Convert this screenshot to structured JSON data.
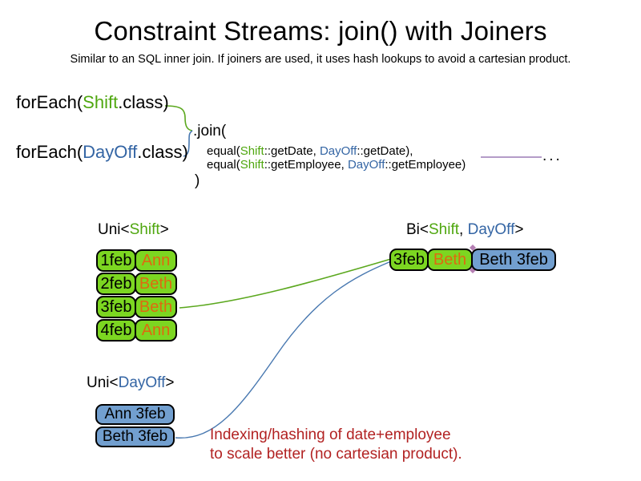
{
  "slide": {
    "title": "Constraint Streams: join() with Joiners",
    "subtitle": "Similar to an SQL inner join. If joiners are used, it uses hash lookups to avoid a cartesian product."
  },
  "code": {
    "foreach_shift": {
      "prefix": "forEach(",
      "class_name": "Shift",
      "suffix": ".class)"
    },
    "foreach_dayoff": {
      "prefix": "forEach(",
      "class_name": "DayOff",
      "suffix": ".class)"
    },
    "join_open": ".join(",
    "joiners": [
      {
        "pre": "equal(",
        "shift": "Shift",
        "mid": "::getDate, ",
        "dayoff": "DayOff",
        "post": "::getDate),"
      },
      {
        "pre": "equal(",
        "shift": "Shift",
        "mid": "::getEmployee, ",
        "dayoff": "DayOff",
        "post": "::getEmployee)"
      }
    ],
    "join_close": ")",
    "ellipsis": "..."
  },
  "uni_shift": {
    "label_pre": "Uni<",
    "label_type": "Shift",
    "label_post": ">",
    "rows": [
      {
        "date": "1feb",
        "employee": "Ann"
      },
      {
        "date": "2feb",
        "employee": "Beth"
      },
      {
        "date": "3feb",
        "employee": "Beth"
      },
      {
        "date": "4feb",
        "employee": "Ann"
      }
    ]
  },
  "bi": {
    "label_pre": "Bi<",
    "label_shift": "Shift",
    "label_sep": ", ",
    "label_dayoff": "DayOff",
    "label_post": ">",
    "row": {
      "date": "3feb",
      "employee": "Beth",
      "dayoff": "Beth 3feb"
    }
  },
  "uni_dayoff": {
    "label_pre": "Uni<",
    "label_type": "DayOff",
    "label_post": ">",
    "rows": [
      {
        "text": "Ann 3feb"
      },
      {
        "text": "Beth 3feb"
      }
    ]
  },
  "note": {
    "line1": "Indexing/hashing of date+employee",
    "line2": "to scale better (no cartesian product)."
  },
  "colors": {
    "shift_green_text": "#4FA70F",
    "dayoff_blue_text": "#3465A4",
    "box_green_fill": "#7CD621",
    "box_blue_fill": "#729FCF",
    "employee_orange_text": "#DE6A10",
    "note_red_text": "#B22222",
    "green_connector": "#5BA81E",
    "blue_connector": "#4878B0",
    "purple_continuation_line": "#9B7BB6"
  }
}
